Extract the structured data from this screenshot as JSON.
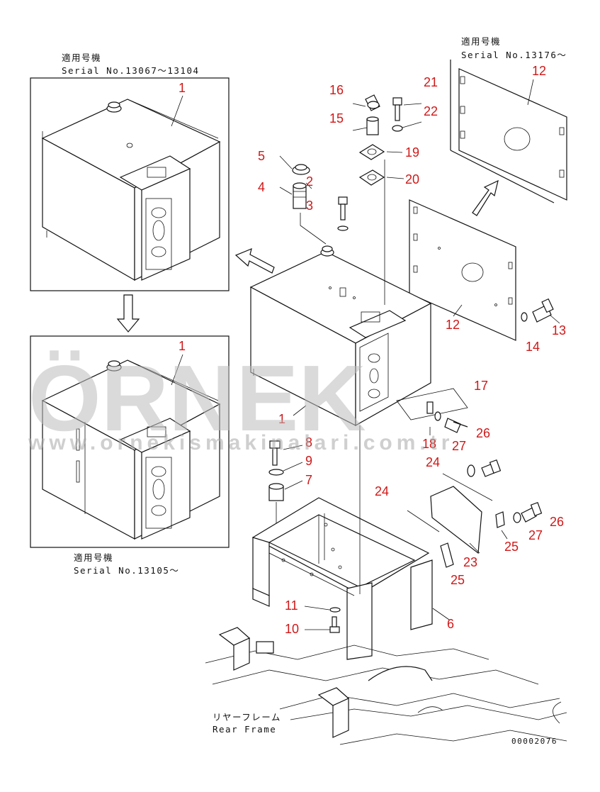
{
  "serials": {
    "top_left_jp": "適用号機",
    "top_left_serial": "Serial No.13067～13104",
    "top_right_jp": "適用号機",
    "top_right_serial": "Serial No.13176～",
    "bottom_left_jp": "適用号機",
    "bottom_left_serial": "Serial No.13105～"
  },
  "rear_frame": {
    "jp": "リヤーフレーム",
    "en": "Rear Frame"
  },
  "drawing_number": "00002076",
  "watermark": {
    "brand": "ÖRNEK",
    "url": "www.ornekismakinalari.com.tr"
  },
  "callouts": {
    "c1_box1": "1",
    "c1_box2": "1",
    "c1_main": "1",
    "c2": "2",
    "c3": "3",
    "c4": "4",
    "c5": "5",
    "c6": "6",
    "c7": "7",
    "c8": "8",
    "c9": "9",
    "c10": "10",
    "c11": "11",
    "c12_top": "12",
    "c12_mid": "12",
    "c13": "13",
    "c14": "14",
    "c15": "15",
    "c16": "16",
    "c17": "17",
    "c18": "18",
    "c19": "19",
    "c20": "20",
    "c21": "21",
    "c22": "22",
    "c23": "23",
    "c24_a": "24",
    "c24_b": "24",
    "c25_a": "25",
    "c25_b": "25",
    "c26_a": "26",
    "c26_b": "26",
    "c27_a": "27",
    "c27_b": "27"
  },
  "colors": {
    "callout": "#d01818",
    "line": "#111111",
    "watermark": "#bdbdbd"
  }
}
